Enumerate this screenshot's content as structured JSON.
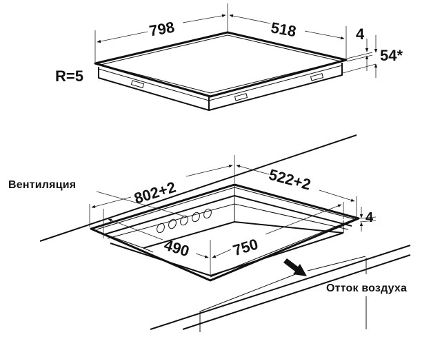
{
  "hob": {
    "width_label": "798",
    "depth_label": "518",
    "glass_thickness_label": "4",
    "total_height_label": "54*",
    "corner_radius_label": "R=5"
  },
  "cutout": {
    "width_label": "802+2",
    "depth_label": "522+2",
    "worktop_offset_label": "4",
    "inner_depth_label": "490",
    "inner_width_label": "750",
    "vent_holes_count": 5
  },
  "notes": {
    "ventilation_label": "Вентиляция",
    "airflow_label": "Отток воздуха"
  },
  "colors": {
    "line": "#111111",
    "background": "#ffffff"
  }
}
